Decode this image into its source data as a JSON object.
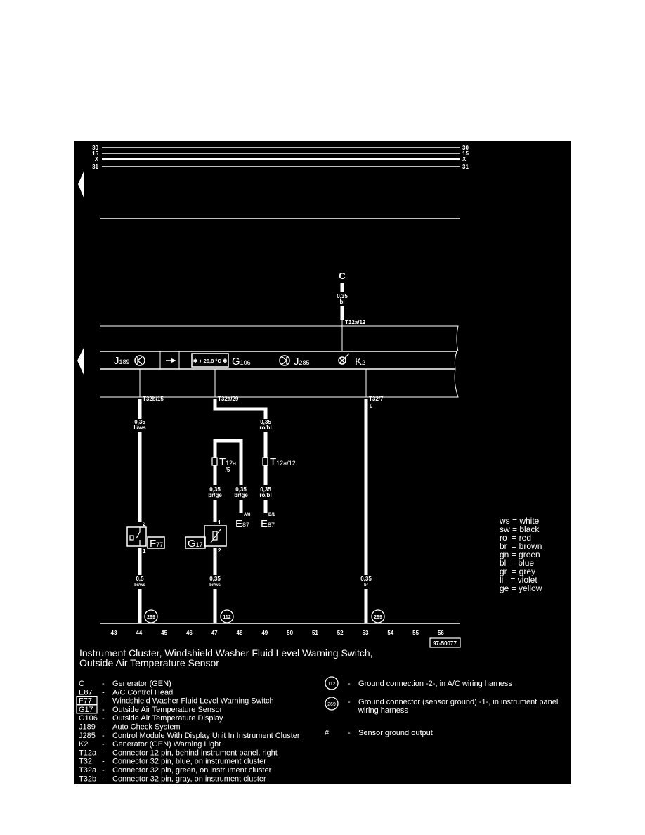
{
  "bus_lines": [
    "30",
    "15",
    "X",
    "31"
  ],
  "cluster": {
    "J189": {
      "letter": "J",
      "sub": "189"
    },
    "display_value": "✱ + 28,8 °C ✱",
    "G106": {
      "letter": "G",
      "sub": "106"
    },
    "J285": {
      "letter": "J",
      "sub": "285"
    },
    "K2": {
      "letter": "K",
      "sub": "2"
    }
  },
  "generator": {
    "label": "C",
    "wire_size": "0,35",
    "wire_color": "bl",
    "connector": "T32a/12"
  },
  "wires": {
    "w44": {
      "connector": "T32b/15",
      "size1": "0,35",
      "color1": "li/ws",
      "pin_top": "2",
      "pin_bottom": "1",
      "size2": "0,5",
      "color2": "br/ws",
      "ground": "269"
    },
    "w47": {
      "connector": "T32a/29",
      "pin_top": "1",
      "pin_bottom": "2",
      "size2": "0,35",
      "color2": "br/ws",
      "ground": "112"
    },
    "w49": {
      "size1": "0,35",
      "color1": "ro/bl",
      "connector_letter": "T",
      "connector_sub": "12a/12",
      "size2": "0,35",
      "color2": "ro/bl",
      "end_pin": "B/1",
      "end_letter": "E",
      "end_sub": "87"
    },
    "t12a5": {
      "letter": "T",
      "sub": "12a",
      "pin": "/5",
      "size_a": "0,35",
      "color_a": "br/ge",
      "size_b": "0,35",
      "color_b": "br/ge",
      "end_pin": "A/8",
      "end_letter": "E",
      "end_sub": "87"
    },
    "w53": {
      "connector": "T32/7",
      "mark": "#",
      "size2": "0,35",
      "color2": "br",
      "ground": "269"
    }
  },
  "F77": {
    "letter": "F",
    "sub": "77"
  },
  "G17": {
    "letter": "G",
    "sub": "17"
  },
  "positions": [
    "43",
    "44",
    "45",
    "46",
    "47",
    "48",
    "49",
    "50",
    "51",
    "52",
    "53",
    "54",
    "55",
    "56"
  ],
  "diagram_id": "97-50077",
  "title_line1": "Instrument Cluster, Windshield Washer Fluid Level Warning Switch,",
  "title_line2": "Outside Air Temperature Sensor",
  "legend": [
    {
      "key": "C",
      "desc": "Generator (GEN)"
    },
    {
      "key": "E87",
      "desc": "A/C Control Head"
    },
    {
      "key": "F77",
      "desc": "Windshield Washer Fluid Level Warning Switch",
      "boxed": true
    },
    {
      "key": "G17",
      "desc": "Outside Air Temperature Sensor",
      "boxed": true
    },
    {
      "key": "G106",
      "desc": "Outside Air Temperature Display"
    },
    {
      "key": "J189",
      "desc": "Auto Check System"
    },
    {
      "key": "J285",
      "desc": "Control Module With Display Unit In Instrument Cluster"
    },
    {
      "key": "K2",
      "desc": "Generator (GEN) Warning Light"
    },
    {
      "key": "T12a",
      "desc": "Connector 12 pin, behind instrument panel, right"
    },
    {
      "key": "T32",
      "desc": "Connector 32 pin, blue, on instrument cluster"
    },
    {
      "key": "T32a",
      "desc": "Connector 32 pin, green, on instrument cluster"
    },
    {
      "key": "T32b",
      "desc": "Connector 32 pin, gray, on instrument cluster"
    }
  ],
  "grounds_legend": [
    {
      "key": "112",
      "desc": "Ground connection -2-, in A/C wiring harness"
    },
    {
      "key": "269",
      "desc": "Ground connector (sensor ground) -1-, in instrument panel",
      "desc2": "wiring harness"
    },
    {
      "key": "#",
      "desc": "Sensor ground output"
    }
  ],
  "color_codes": [
    "ws = white",
    "sw = black",
    "ro  = red",
    "br  = brown",
    "gn = green",
    "bl  = blue",
    "gr  = grey",
    "li   = violet",
    "ge = yellow"
  ],
  "dash": "-"
}
